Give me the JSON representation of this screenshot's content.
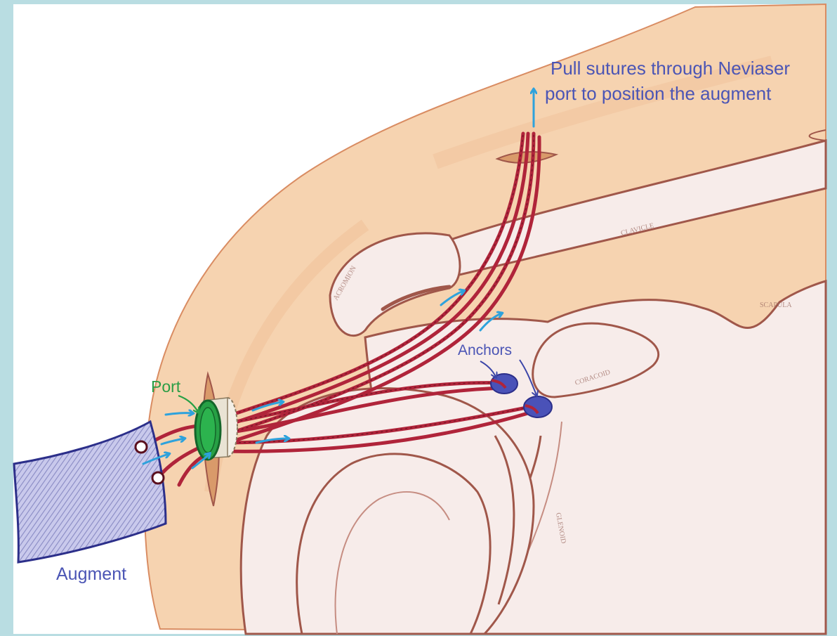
{
  "labels": {
    "instruction_line1": "Pull sutures through Neviaser",
    "instruction_line2": "port to position the augment",
    "port": "Port",
    "anchors": "Anchors",
    "augment": "Augment"
  },
  "colors": {
    "frame": "#b9dde2",
    "skin": "#f6d3b0",
    "skin_edge": "#d98c62",
    "bone": "#f7ecea",
    "bone_edge": "#a0574a",
    "suture": "#b0243a",
    "arrow": "#2ea2dc",
    "port": "#27a045",
    "anchor": "#4a52b8",
    "label_blue": "#4b55b5",
    "label_green": "#2a9d45"
  }
}
